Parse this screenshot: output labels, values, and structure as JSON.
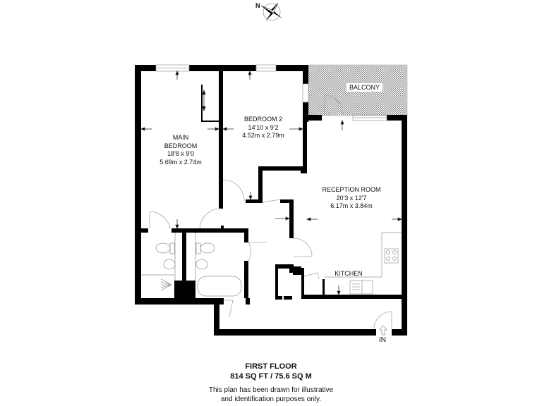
{
  "compass": {
    "north_label": "N",
    "icon": "compass-rose-icon"
  },
  "rooms": {
    "main_bedroom": {
      "name_line1": "MAIN",
      "name_line2": "BEDROOM",
      "imperial": "18'8 x 9'0",
      "metric": "5.69m x 2.74m"
    },
    "bedroom2": {
      "name": "BEDROOM 2",
      "imperial": "14'10 x 9'2",
      "metric": "4.52m x 2.79m"
    },
    "reception": {
      "name": "RECEPTION ROOM",
      "imperial": "20'3 x 12'7",
      "metric": "6.17m x 3.84m"
    },
    "balcony": {
      "name": "BALCONY"
    },
    "kitchen": {
      "name": "KITCHEN"
    }
  },
  "entrance": {
    "label": "IN"
  },
  "footer": {
    "floor_name": "FIRST FLOOR",
    "area": "814 SQ FT / 75.6 SQ M",
    "disclaimer_line1": "This plan has been drawn for illustrative",
    "disclaimer_line2": "and identification purposes only."
  },
  "colors": {
    "wall": "#000000",
    "fixture": "#9a9a9a",
    "background": "#ffffff",
    "balcony_hatch": "#8c8c8c"
  }
}
